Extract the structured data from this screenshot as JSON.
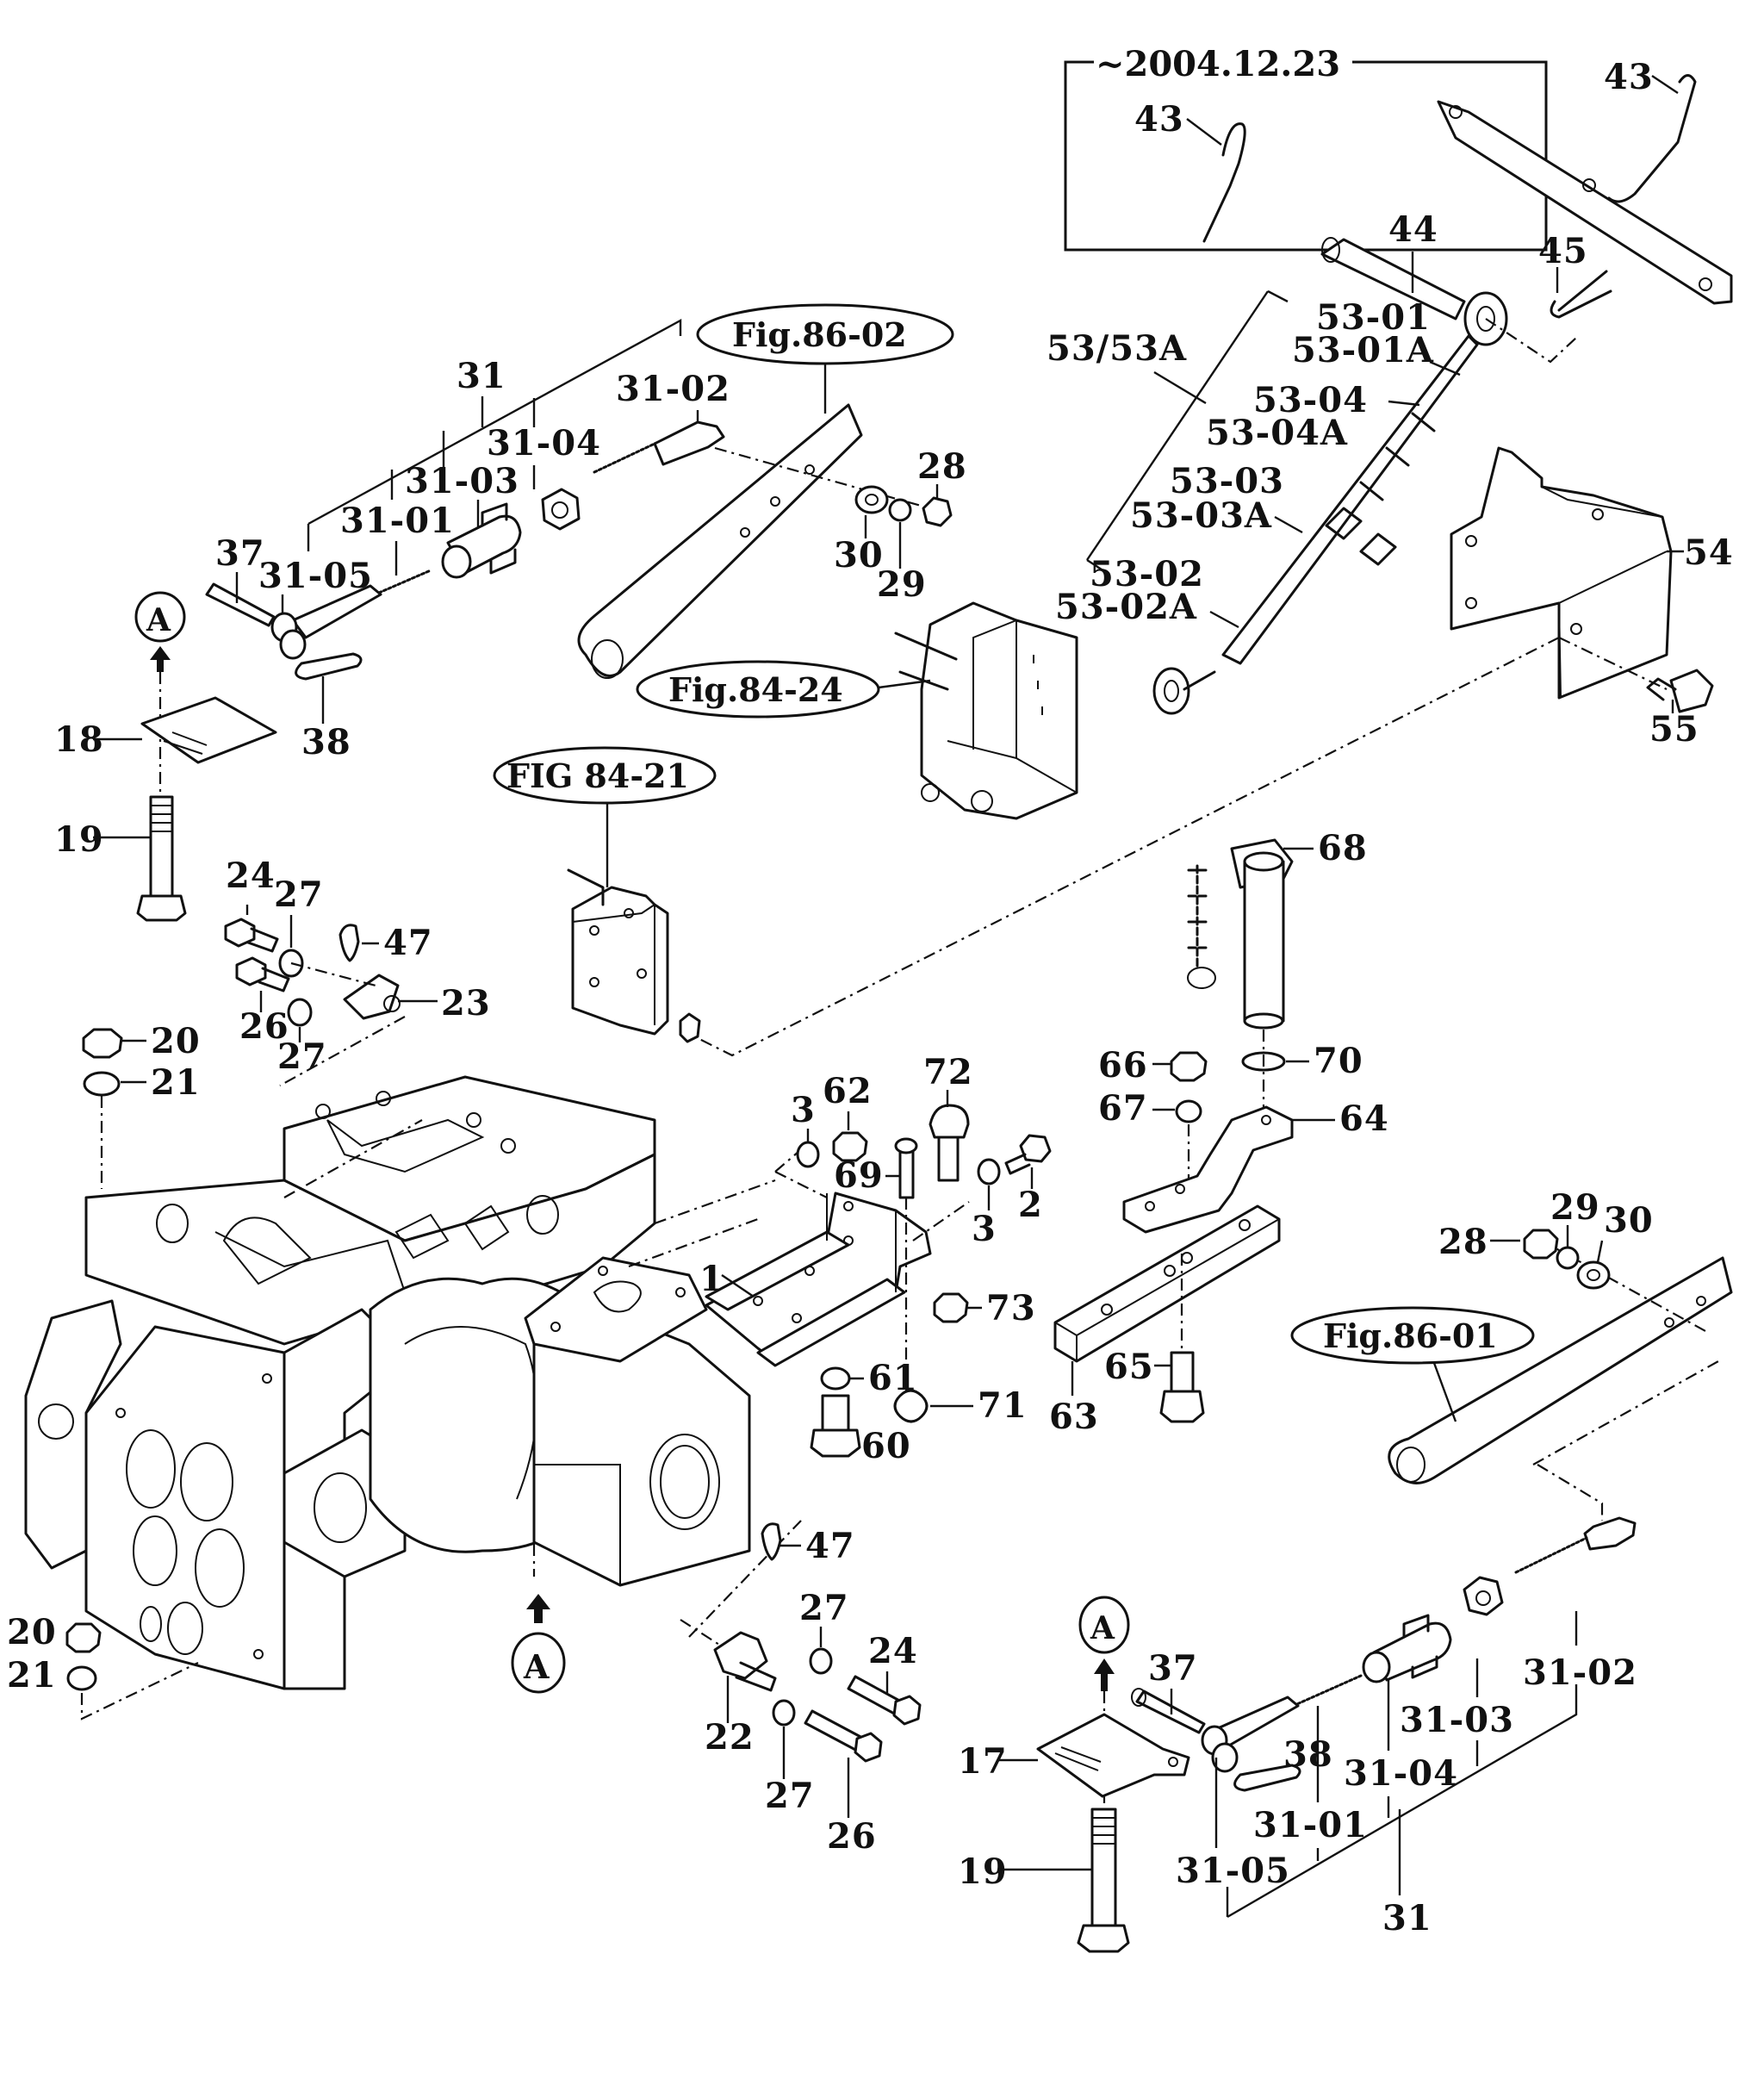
{
  "diagram": {
    "type": "exploded-parts-view",
    "inset": {
      "title": "~2004.12.23",
      "part": "43"
    },
    "figure_refs": [
      {
        "id": "fig-86-02",
        "label": "Fig.86-02"
      },
      {
        "id": "fig-84-24",
        "label": "Fig.84-24"
      },
      {
        "id": "fig-84-21",
        "label": "FIG 84-21"
      },
      {
        "id": "fig-86-01",
        "label": "Fig.86-01"
      }
    ],
    "view_callouts": [
      {
        "id": "a-top-left",
        "label": "A"
      },
      {
        "id": "a-center",
        "label": "A"
      },
      {
        "id": "a-bottom-right",
        "label": "A"
      }
    ],
    "labels": {
      "p43_main": "43",
      "p44": "44",
      "p45": "45",
      "p53_group": "53/53A",
      "p53_01": "53-01",
      "p53_01A": "53-01A",
      "p53_04": "53-04",
      "p53_04A": "53-04A",
      "p53_03": "53-03",
      "p53_03A": "53-03A",
      "p53_02": "53-02",
      "p53_02A": "53-02A",
      "p54": "54",
      "p55": "55",
      "tl_31": "31",
      "tl_31_02": "31-02",
      "tl_31_04": "31-04",
      "tl_31_03": "31-03",
      "tl_31_01": "31-01",
      "tl_31_05": "31-05",
      "tl_37": "37",
      "tl_38": "38",
      "p28_top": "28",
      "p30_top": "30",
      "p29_top": "29",
      "p18": "18",
      "p19_top": "19",
      "p24_top": "24",
      "p27_a": "27",
      "p47_top": "47",
      "p26_top": "26",
      "p27_b": "27",
      "p23": "23",
      "p20_top": "20",
      "p21_top": "21",
      "p68": "68",
      "p66": "66",
      "p70": "70",
      "p67": "67",
      "p64": "64",
      "p3_a": "3",
      "p62": "62",
      "p72": "72",
      "p69": "69",
      "p3_b": "3",
      "p2": "2",
      "p1": "1",
      "p73": "73",
      "p61": "61",
      "p71": "71",
      "p60": "60",
      "p63": "63",
      "p65": "65",
      "p28_r": "28",
      "p29_r": "29",
      "p30_r": "30",
      "p47_bot": "47",
      "p27_c": "27",
      "p24_bot": "24",
      "p22": "22",
      "p27_d": "27",
      "p26_bot": "26",
      "p20_bot": "20",
      "p21_bot": "21",
      "br_37": "37",
      "br_38": "38",
      "br_31_02": "31-02",
      "br_31_03": "31-03",
      "br_31_04": "31-04",
      "br_31_01": "31-01",
      "br_31_05": "31-05",
      "br_31": "31",
      "p17": "17",
      "p19_bot": "19"
    }
  }
}
